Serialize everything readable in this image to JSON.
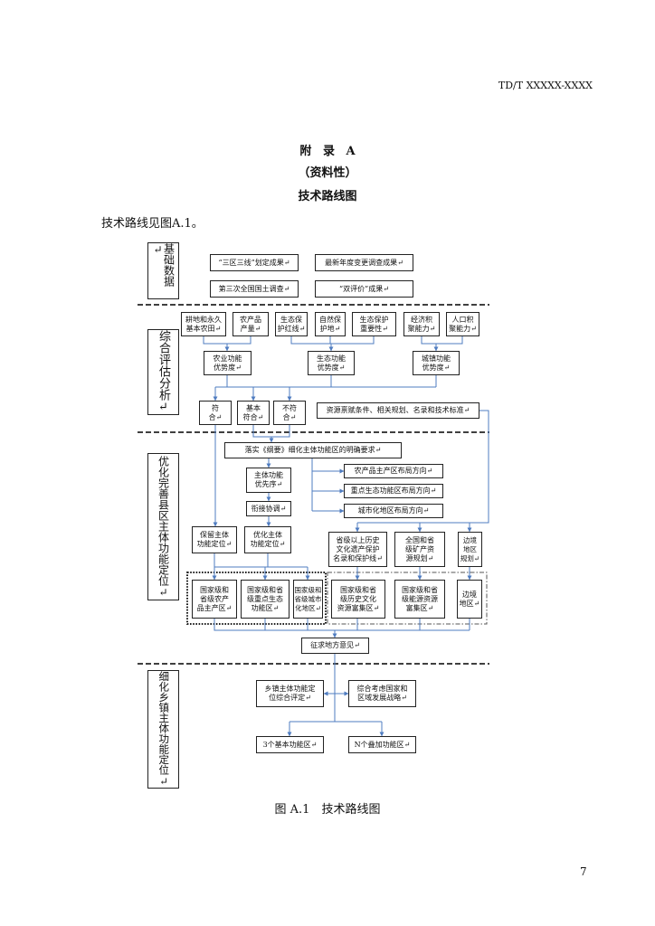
{
  "header": {
    "doc_code": "TD/T XXXXX-XXXX"
  },
  "appendix": {
    "title": "附 录 A",
    "nature": "（资料性）",
    "name": "技术路线图"
  },
  "intro": "技术路线见图A.1。",
  "diagram": {
    "stages": {
      "basic_data": "基础数据↵",
      "assessment": "综合评估分析↵",
      "county_positioning": "优化完善县区主体功能定位↵",
      "township_positioning": "细化乡镇主体功能定位↵"
    },
    "nodes": {
      "s1_sanqu": "“三区三线”划定成果↵",
      "s1_change": "最新年度变更调查成果↵",
      "s1_survey": "第三次全国国土调查↵",
      "s1_dual": "“双评价”成果↵",
      "s2_farmland": "耕地和永久\n基本农田↵",
      "s2_agri_output": "农产品\n产量↵",
      "s2_eco_redline": "生态保\n护红线↵",
      "s2_protected": "自然保\n护地↵",
      "s2_eco_importance": "生态保护\n重要性↵",
      "s2_econ": "经济积\n聚能力↵",
      "s2_pop": "人口积\n聚能力↵",
      "s2_agri_adv": "农业功能\n优势度↵",
      "s2_eco_adv": "生态功能\n优势度↵",
      "s2_urban_adv": "城镇功能\n优势度↵",
      "s2_match": "符\n合↵",
      "s2_basic_match": "基本\n符合↵",
      "s2_mismatch": "不符\n合↵",
      "s2_resources": "资源禀赋条件、相关规划、名录和技术标准↵",
      "s3_outline": "落实《纲要》细化主体功能区的明确要求↵",
      "s3_priority": "主体功能\n优先序↵",
      "s3_coord": "衔接协调↵",
      "s3_agri_dir": "农产品主产区布局方向↵",
      "s3_eco_dir": "重点生态功能区布局方向↵",
      "s3_urban_dir": "城市化地区布局方向↵",
      "s3_keep": "保留主体\n功能定位↵",
      "s3_optimize": "优化主体\n功能定位↵",
      "s3_heritage": "省级以上历史\n文化遗产保护\n名录和保护线↵",
      "s3_mineral": "全国和省\n级矿产资\n源规划↵",
      "s3_border_plan": "边境\n地区\n规划↵",
      "s3_agri_zone": "国家级和\n省级农产\n品主产区↵",
      "s3_eco_zone": "国家级和省\n级重点生态\n功能区↵",
      "s3_urban_zone": "国家级和\n省级城市\n化地区↵",
      "s3_heritage_zone": "国家级和省\n级历史文化\n资源富集区↵",
      "s3_energy_zone": "国家级和省\n级能源资源\n富集区↵",
      "s3_border_zone": "边境\n地区↵",
      "s3_consult": "征求地方意见↵",
      "s4_town_eval": "乡镇主体功能定\n位综合评定↵",
      "s4_strategy": "综合考虑国家和\n区域发展战略↵",
      "s4_basic": "3个基本功能区↵",
      "s4_overlay": "N个叠加功能区↵"
    }
  },
  "caption": "图 A.1　技术路线图",
  "page_number": "7"
}
